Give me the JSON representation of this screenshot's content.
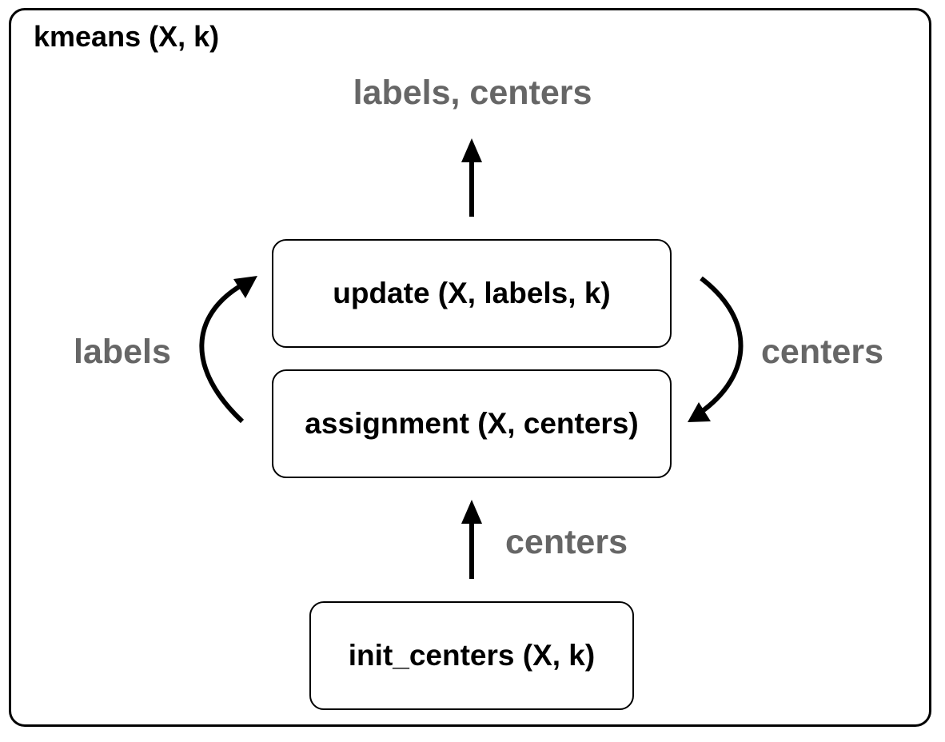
{
  "diagram": {
    "container_title": "kmeans (X, k)",
    "output_label": "labels, centers",
    "nodes": {
      "update": "update (X, labels, k)",
      "assignment": "assignment (X, centers)",
      "init": "init_centers (X, k)"
    },
    "edge_labels": {
      "labels": "labels",
      "centers_loop": "centers",
      "centers_init": "centers"
    }
  },
  "colors": {
    "stroke": "#000000",
    "edge_label": "#666666",
    "background": "#ffffff"
  }
}
